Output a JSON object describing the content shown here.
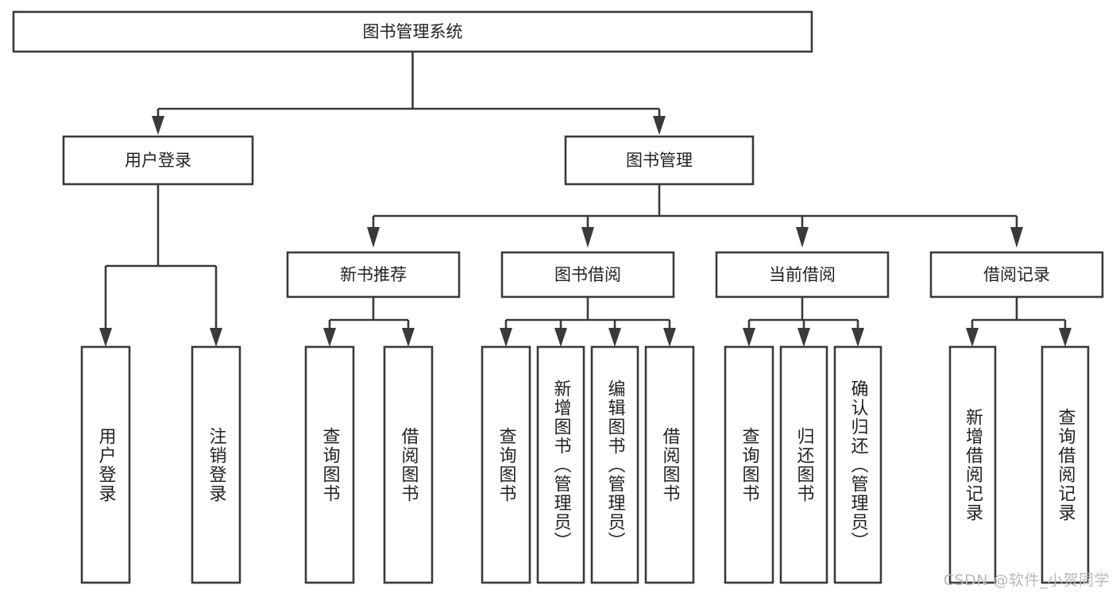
{
  "diagram": {
    "title": "图书管理系统",
    "type": "tree-hierarchy",
    "background_color": "#ffffff",
    "line_color": "#3a3a3a",
    "text_color": "#222222",
    "root": {
      "id": "root",
      "label": "图书管理系统"
    },
    "level2": [
      {
        "id": "user-login",
        "label": "用户登录"
      },
      {
        "id": "book-manage",
        "label": "图书管理"
      }
    ],
    "level3": [
      {
        "id": "new-book-rec",
        "label": "新书推荐",
        "parent": "book-manage"
      },
      {
        "id": "book-borrow",
        "label": "图书借阅",
        "parent": "book-manage"
      },
      {
        "id": "current-borrow",
        "label": "当前借阅",
        "parent": "book-manage"
      },
      {
        "id": "borrow-record",
        "label": "借阅记录",
        "parent": "book-manage"
      }
    ],
    "leaves": [
      {
        "id": "leaf-user-login",
        "label": "用户登录",
        "parent": "user-login"
      },
      {
        "id": "leaf-user-logout",
        "label": "注销登录",
        "parent": "user-login"
      },
      {
        "id": "leaf-query-book-1",
        "label": "查询图书",
        "parent": "new-book-rec"
      },
      {
        "id": "leaf-borrow-book-1",
        "label": "借阅图书",
        "parent": "new-book-rec"
      },
      {
        "id": "leaf-query-book-2",
        "label": "查询图书",
        "parent": "book-borrow"
      },
      {
        "id": "leaf-add-book",
        "label": "新增图书（管理员）",
        "parent": "book-borrow"
      },
      {
        "id": "leaf-edit-book",
        "label": "编辑图书（管理员）",
        "parent": "book-borrow"
      },
      {
        "id": "leaf-borrow-book-2",
        "label": "借阅图书",
        "parent": "book-borrow"
      },
      {
        "id": "leaf-query-book-3",
        "label": "查询图书",
        "parent": "current-borrow"
      },
      {
        "id": "leaf-return-book",
        "label": "归还图书",
        "parent": "current-borrow"
      },
      {
        "id": "leaf-confirm-return",
        "label": "确认归还（管理员）",
        "parent": "current-borrow"
      },
      {
        "id": "leaf-add-record",
        "label": "新增借阅记录",
        "parent": "borrow-record"
      },
      {
        "id": "leaf-query-record",
        "label": "查询借阅记录",
        "parent": "borrow-record"
      }
    ],
    "watermark": "CSDN @软件_小贺同学"
  }
}
